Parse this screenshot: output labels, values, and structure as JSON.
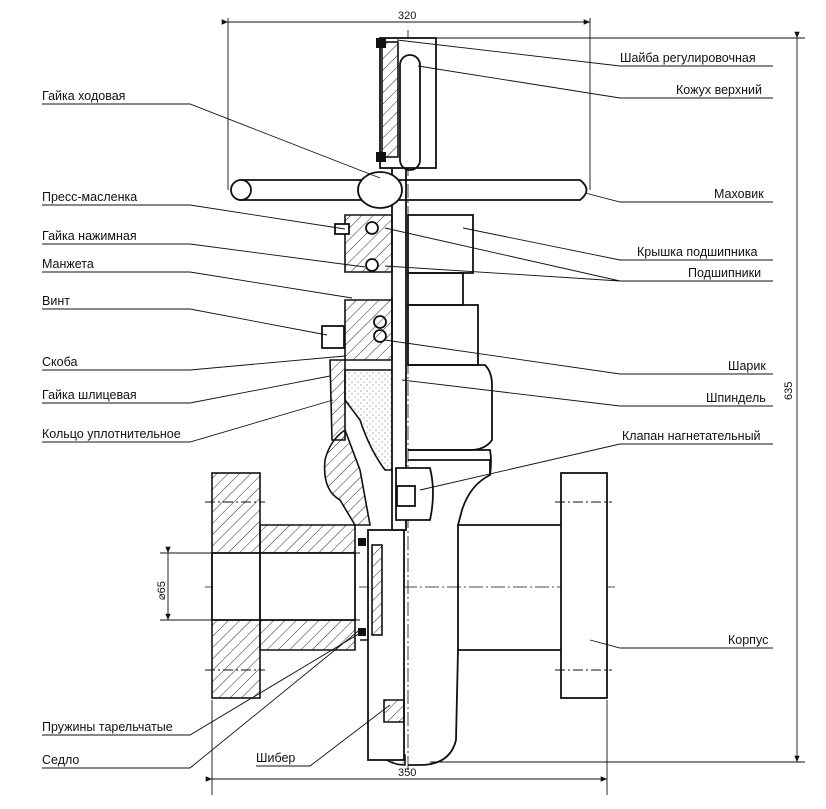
{
  "dimensions": {
    "top_width": "320",
    "bottom_width": "350",
    "height": "635",
    "bore": "⌀65"
  },
  "labels": {
    "running_nut": "Гайка ходовая",
    "grease_fitting": "Пресс-масленка",
    "gland_nut": "Гайка нажимная",
    "cuff": "Манжета",
    "screw": "Винт",
    "clamp": "Скоба",
    "spline_nut": "Гайка шлицевая",
    "seal_ring": "Кольцо уплотнительное",
    "disc_springs": "Пружины тарельчатые",
    "seat": "Седло",
    "gate": "Шибер",
    "adjusting_washer": "Шайба регулировочная",
    "upper_cover": "Кожух верхний",
    "handwheel": "Маховик",
    "bearing_cover": "Крышка подшипника",
    "bearings": "Подшипники",
    "ball": "Шарик",
    "stem": "Шпиндель",
    "injection_valve": "Клапан нагнетательный",
    "body": "Корпус"
  }
}
